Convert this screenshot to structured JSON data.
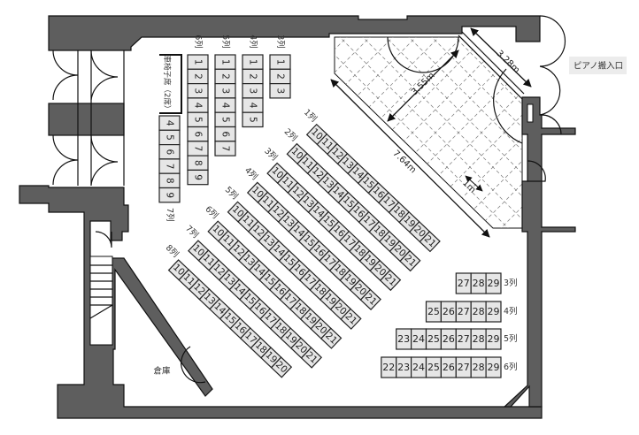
{
  "labels": {
    "piano_entrance": "ピアノ搬入口",
    "storage": "倉庫",
    "wheelchair": "車椅子席（2席）",
    "dim_stage_front": "7.64m",
    "dim_stage_depth": "3.55m",
    "dim_door": "3.28m",
    "dim_grid": "1m"
  },
  "vertical_columns": [
    {
      "label": "3列",
      "seats": [
        "1",
        "2",
        "3"
      ]
    },
    {
      "label": "4列",
      "seats": [
        "1",
        "2",
        "3",
        "4",
        "5"
      ]
    },
    {
      "label": "5列",
      "seats": [
        "1",
        "2",
        "3",
        "4",
        "5",
        "6",
        "7"
      ]
    },
    {
      "label": "6列",
      "seats": [
        "1",
        "2",
        "3",
        "4",
        "5",
        "6",
        "7",
        "8",
        "9"
      ]
    },
    {
      "label": "7列",
      "seats": [
        "4",
        "5",
        "6",
        "7",
        "8",
        "9"
      ]
    }
  ],
  "diagonal_rows": [
    {
      "label": "1列",
      "seats": [
        "10",
        "11",
        "12",
        "13",
        "14",
        "15",
        "16",
        "17",
        "18",
        "19",
        "20",
        "21"
      ]
    },
    {
      "label": "2列",
      "seats": [
        "10",
        "11",
        "12",
        "13",
        "14",
        "15",
        "16",
        "17",
        "18",
        "19",
        "20",
        "21"
      ]
    },
    {
      "label": "3列",
      "seats": [
        "10",
        "11",
        "12",
        "13",
        "14",
        "15",
        "16",
        "17",
        "18",
        "19",
        "20",
        "21"
      ]
    },
    {
      "label": "4列",
      "seats": [
        "10",
        "11",
        "12",
        "13",
        "14",
        "15",
        "16",
        "17",
        "18",
        "19",
        "20",
        "21"
      ]
    },
    {
      "label": "5列",
      "seats": [
        "10",
        "11",
        "12",
        "13",
        "14",
        "15",
        "16",
        "17",
        "18",
        "19",
        "20",
        "21"
      ]
    },
    {
      "label": "6列",
      "seats": [
        "10",
        "11",
        "12",
        "13",
        "14",
        "15",
        "16",
        "17",
        "18",
        "19",
        "20",
        "21"
      ]
    },
    {
      "label": "7列",
      "seats": [
        "10",
        "11",
        "12",
        "13",
        "14",
        "15",
        "16",
        "17",
        "18",
        "19",
        "20",
        "21"
      ]
    },
    {
      "label": "8列",
      "seats": [
        "10",
        "11",
        "12",
        "13",
        "14",
        "15",
        "16",
        "17",
        "18",
        "19",
        "20"
      ]
    }
  ],
  "right_rows": [
    {
      "label": "3列",
      "seats": [
        "27",
        "28",
        "29"
      ]
    },
    {
      "label": "4列",
      "seats": [
        "25",
        "26",
        "27",
        "28",
        "29"
      ]
    },
    {
      "label": "5列",
      "seats": [
        "23",
        "24",
        "25",
        "26",
        "27",
        "28",
        "29"
      ]
    },
    {
      "label": "6列",
      "seats": [
        "22",
        "23",
        "24",
        "25",
        "26",
        "27",
        "28",
        "29"
      ]
    }
  ]
}
